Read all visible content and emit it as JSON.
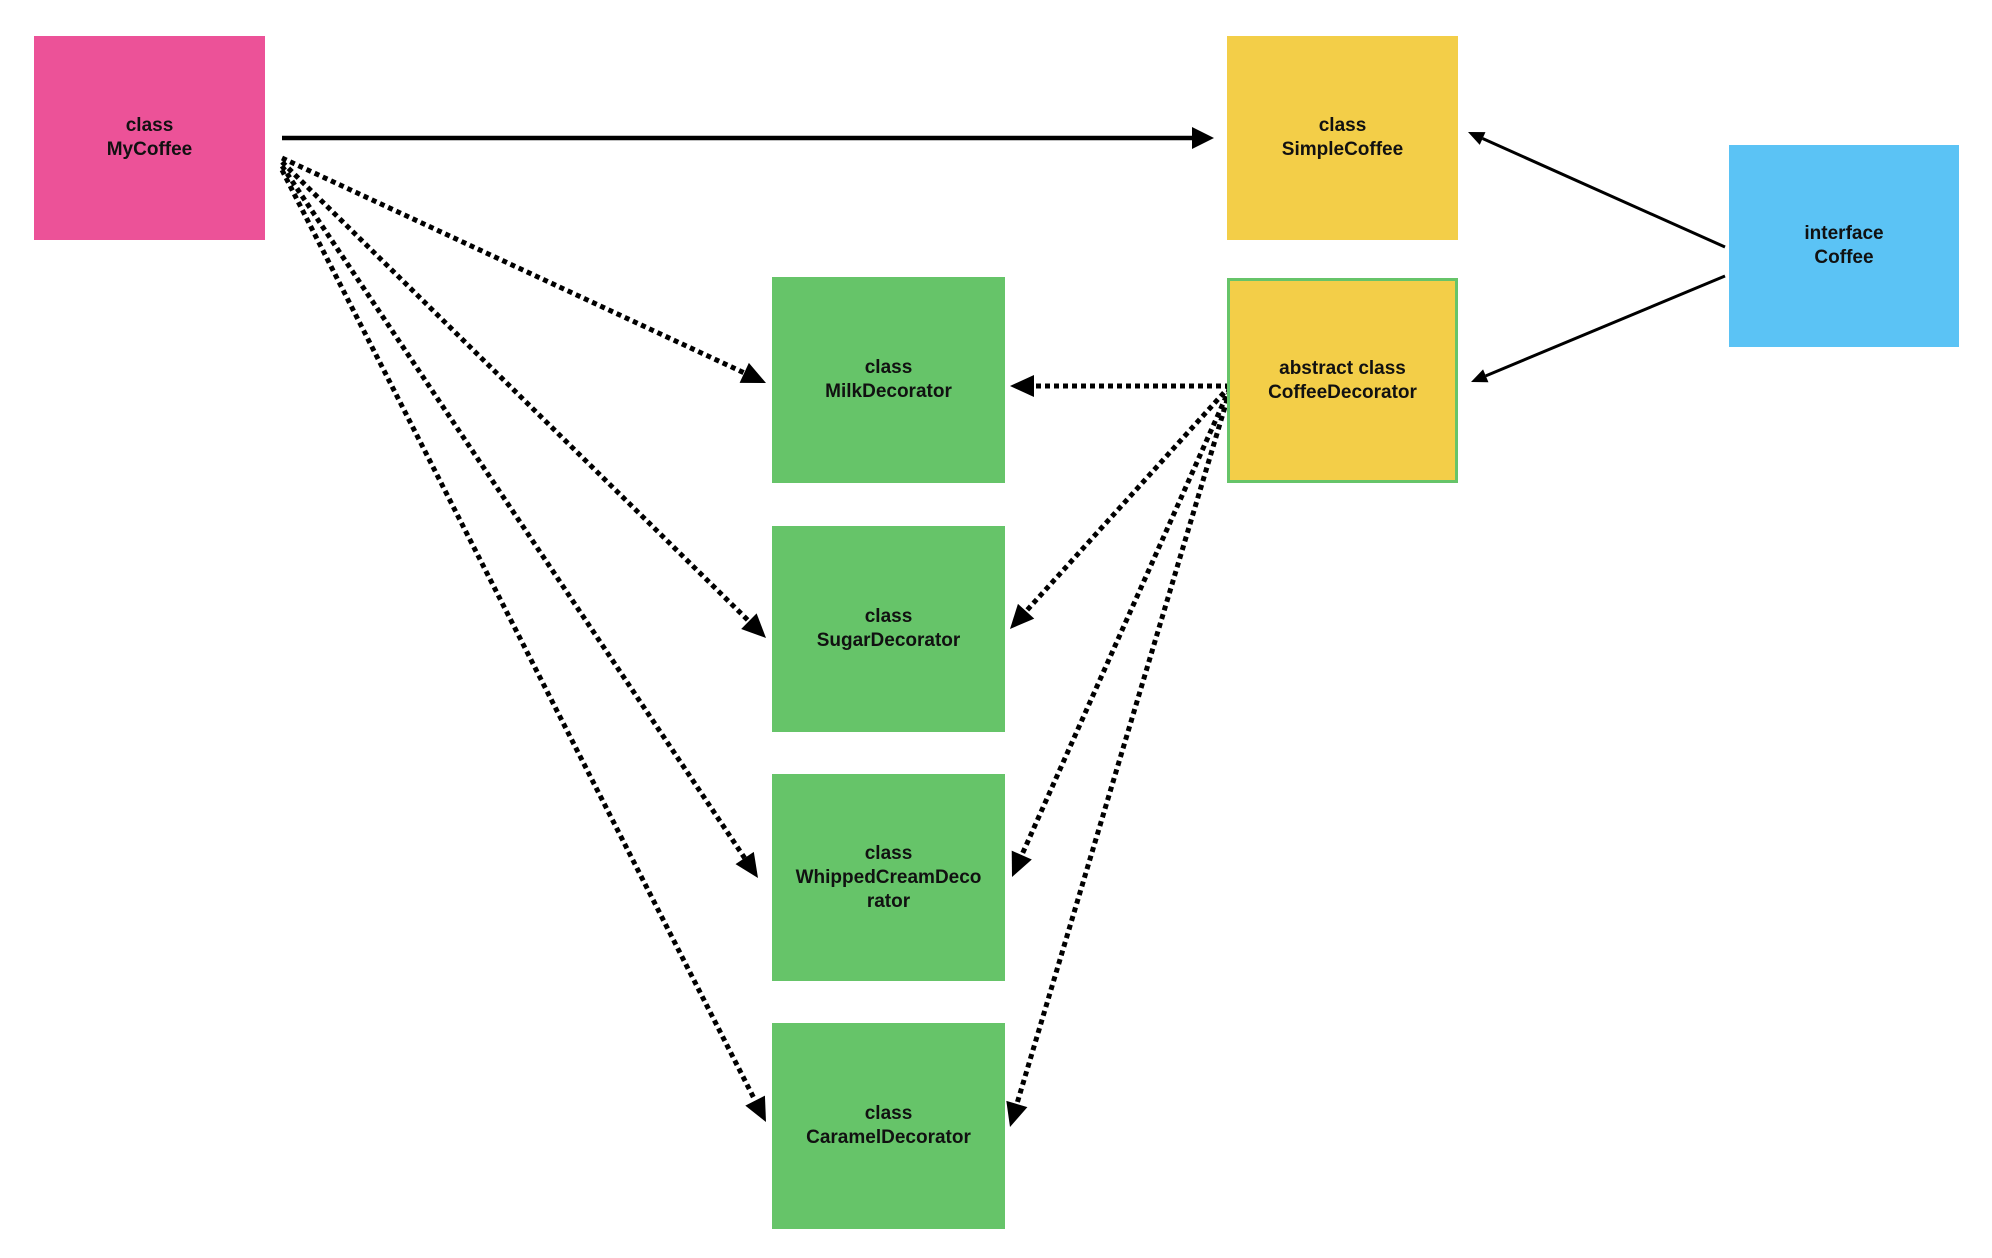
{
  "colors": {
    "client": "#ec5298",
    "concrete_component": "#f3ce48",
    "interface": "#5bc3f5",
    "decorator": "#66c469",
    "decorator_border": "#66c469",
    "arrow": "#000000"
  },
  "nodes": {
    "mycoffee": {
      "lines": [
        "class",
        "MyCoffee"
      ]
    },
    "simplecoffee": {
      "lines": [
        "class",
        "SimpleCoffee"
      ]
    },
    "coffee": {
      "lines": [
        "interface",
        "Coffee"
      ]
    },
    "coffeedecorator": {
      "lines": [
        "abstract class",
        "CoffeeDecorator"
      ]
    },
    "milk": {
      "lines": [
        "class",
        "MilkDecorator"
      ]
    },
    "sugar": {
      "lines": [
        "class",
        "SugarDecorator"
      ]
    },
    "whipped": {
      "lines": [
        "class",
        "WhippedCreamDeco",
        "rator"
      ]
    },
    "caramel": {
      "lines": [
        "class",
        "CaramelDecorator"
      ]
    }
  },
  "edges": [
    {
      "from": "mycoffee",
      "to": "simplecoffee",
      "style": "solid-thick"
    },
    {
      "from": "coffee",
      "to": "simplecoffee",
      "style": "solid-thin"
    },
    {
      "from": "coffee",
      "to": "coffeedecorator",
      "style": "solid-thin"
    },
    {
      "from": "mycoffee",
      "to": "milk",
      "style": "dotted"
    },
    {
      "from": "mycoffee",
      "to": "sugar",
      "style": "dotted"
    },
    {
      "from": "mycoffee",
      "to": "whipped",
      "style": "dotted"
    },
    {
      "from": "mycoffee",
      "to": "caramel",
      "style": "dotted"
    },
    {
      "from": "coffeedecorator",
      "to": "milk",
      "style": "dotted"
    },
    {
      "from": "coffeedecorator",
      "to": "sugar",
      "style": "dotted"
    },
    {
      "from": "coffeedecorator",
      "to": "whipped",
      "style": "dotted"
    },
    {
      "from": "coffeedecorator",
      "to": "caramel",
      "style": "dotted"
    }
  ]
}
